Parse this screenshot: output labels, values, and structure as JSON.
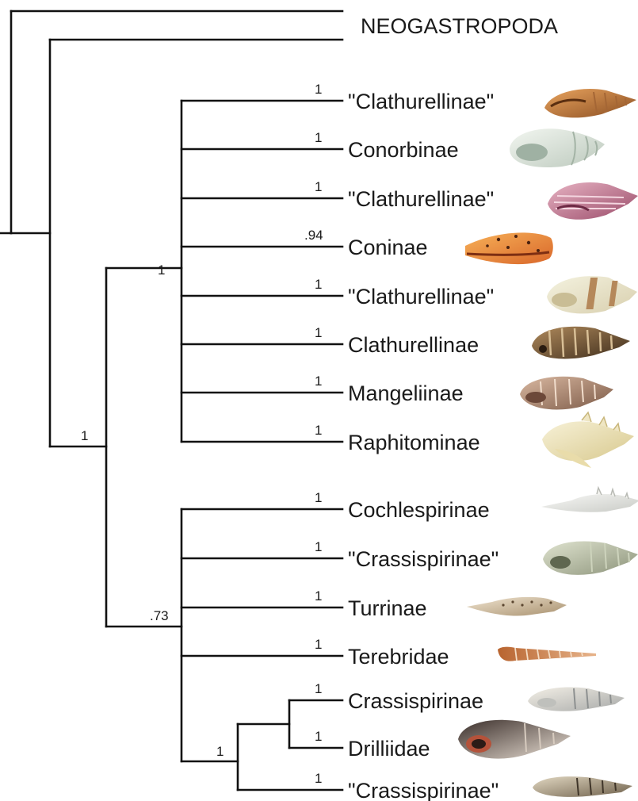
{
  "outgroup": {
    "label": "NEOGASTROPODA"
  },
  "taxa": [
    {
      "label": "\"Clathurellinae\"",
      "support": "1",
      "shell_icon": "shell-icon"
    },
    {
      "label": "Conorbinae",
      "support": "1",
      "shell_icon": "shell-icon"
    },
    {
      "label": "\"Clathurellinae\"",
      "support": "1",
      "shell_icon": "shell-icon"
    },
    {
      "label": "Coninae",
      "support": ".94",
      "shell_icon": "shell-icon"
    },
    {
      "label": "\"Clathurellinae\"",
      "support": "1",
      "shell_icon": "shell-icon"
    },
    {
      "label": "Clathurellinae",
      "support": "1",
      "shell_icon": "shell-icon"
    },
    {
      "label": "Mangeliinae",
      "support": "1",
      "shell_icon": "shell-icon"
    },
    {
      "label": "Raphitominae",
      "support": "1",
      "shell_icon": "shell-icon"
    },
    {
      "label": "Cochlespirinae",
      "support": "1",
      "shell_icon": "shell-icon"
    },
    {
      "label": "\"Crassispirinae\"",
      "support": "1",
      "shell_icon": "shell-icon"
    },
    {
      "label": "Turrinae",
      "support": "1",
      "shell_icon": "shell-icon"
    },
    {
      "label": "Terebridae",
      "support": "1",
      "shell_icon": "shell-icon"
    },
    {
      "label": "Crassispirinae",
      "support": "1",
      "shell_icon": "shell-icon"
    },
    {
      "label": "Drilliidae",
      "support": "1",
      "shell_icon": "shell-icon"
    },
    {
      "label": "\"Crassispirinae\"",
      "support": "1",
      "shell_icon": "shell-icon"
    }
  ],
  "internal_nodes": {
    "conoidea_root": {
      "support": "1"
    },
    "clade_a": {
      "support": "1"
    },
    "clade_b": {
      "support": ".73"
    },
    "crassi_drilli_clade": {
      "support": "1"
    }
  },
  "colors": {
    "branch": "#111111",
    "text": "#1a1a1a"
  }
}
